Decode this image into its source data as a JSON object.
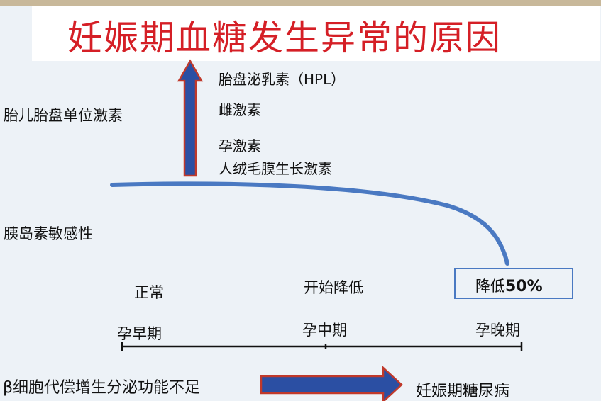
{
  "title": "妊娠期血糖发生异常的原因",
  "left_labels": {
    "fetal_placental_hormones": "胎儿胎盘单位激素",
    "insulin_sensitivity": "胰岛素敏感性"
  },
  "hormones": [
    "胎盘泌乳素（HPL）",
    "雌激素",
    "孕激素",
    "人绒毛膜生长激素"
  ],
  "sensitivity_levels": {
    "normal": "正常",
    "start_decline": "开始降低",
    "decline_50_prefix": "降低",
    "decline_50_value": "50%"
  },
  "timeline": [
    "孕早期",
    "孕中期",
    "孕晚期"
  ],
  "bottom": {
    "cause": "β细胞代偿增生分泌功能不足",
    "result": "妊娠期糖尿病"
  },
  "colors": {
    "title": "#d51f26",
    "arrow_fill": "#2b4fa3",
    "arrow_outline": "#c0392b",
    "curve": "#4a79c2"
  }
}
